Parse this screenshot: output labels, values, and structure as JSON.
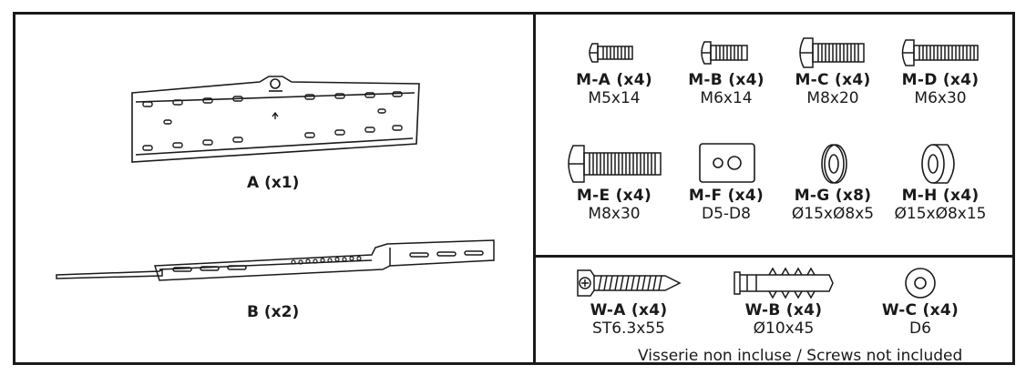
{
  "parts": {
    "a": {
      "label": "A (x1)"
    },
    "b": {
      "label": "B (x2)"
    }
  },
  "screws": [
    {
      "code": "M-A (x4)",
      "spec": "M5x14"
    },
    {
      "code": "M-B (x4)",
      "spec": "M6x14"
    },
    {
      "code": "M-C (x4)",
      "spec": "M8x20"
    },
    {
      "code": "M-D (x4)",
      "spec": "M6x30"
    },
    {
      "code": "M-E (x4)",
      "spec": "M8x30"
    },
    {
      "code": "M-F (x4)",
      "spec": "D5-D8"
    },
    {
      "code": "M-G (x8)",
      "spec": "Ø15xØ8x5"
    },
    {
      "code": "M-H (x4)",
      "spec": "Ø15xØ8x15"
    }
  ],
  "wall_hardware": [
    {
      "code": "W-A (x4)",
      "spec": "ST6.3x55"
    },
    {
      "code": "W-B (x4)",
      "spec": "Ø10x45"
    },
    {
      "code": "W-C (x4)",
      "spec": "D6"
    }
  ],
  "note": "Visserie non incluse / Screws not included"
}
